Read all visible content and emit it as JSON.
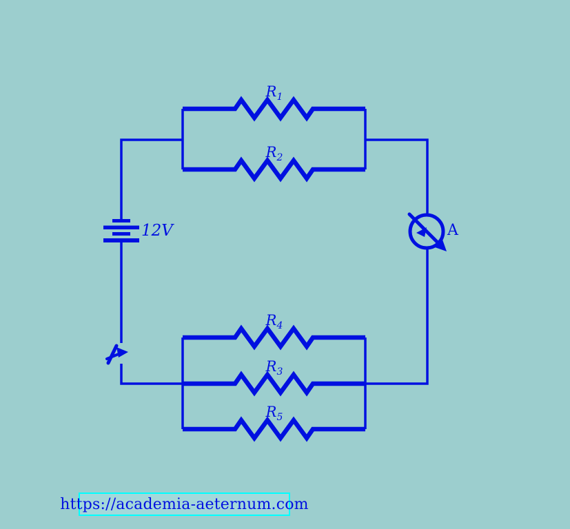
{
  "colors": {
    "page_bg": "#9ccece",
    "circuit": "#0010e0",
    "url_border": "#00ffff",
    "url_box_fill": "#a4d8da"
  },
  "labels": {
    "r1": {
      "base": "R",
      "sub": "1"
    },
    "r2": {
      "base": "R",
      "sub": "2"
    },
    "r3": {
      "base": "R",
      "sub": "3"
    },
    "r4": {
      "base": "R",
      "sub": "4"
    },
    "r5": {
      "base": "R",
      "sub": "5"
    },
    "battery": "12V",
    "ammeter": "A"
  },
  "footer": {
    "url": "https://academia-aeternum.com"
  }
}
